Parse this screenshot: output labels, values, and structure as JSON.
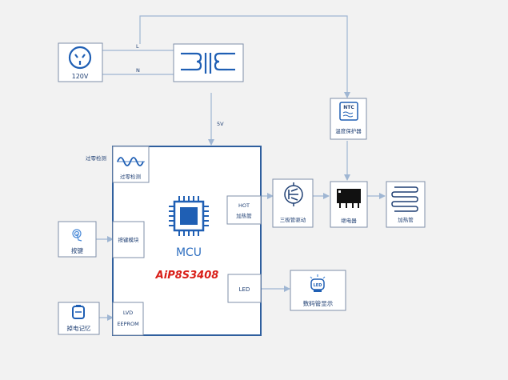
{
  "colors": {
    "line": "#9fb6d3",
    "box_border": "#7f8fa8",
    "mcu_border": "#2f5f9e",
    "icon_blue": "#1f5fb4",
    "text_blue": "#1f3f73",
    "mcu_label": "#2f6fc0",
    "part_red": "#d91e18",
    "background": "#f2f2f2",
    "box_fill": "#ffffff"
  },
  "labels": {
    "outlet": "120V",
    "wire_l": "L",
    "wire_n": "N",
    "power_5v": "5V",
    "zero_cross_outer": "过零检测",
    "zero_cross_inner": "过零检测",
    "button": "按键",
    "button_module": "按键模块",
    "power_memory": "掉电记忆",
    "lvd_line1": "LVD",
    "lvd_line2": "EEPROM",
    "mcu": "MCU",
    "part_number": "AiP8S3408",
    "hot_line1": "HOT",
    "hot_line2": "加热管",
    "led_port": "LED",
    "triode_drive": "三极管驱动",
    "ntc_badge": "NTC",
    "temp_protect": "温度保护器",
    "relay": "继电器",
    "heater": "加热管",
    "display": "数码管显示",
    "led_badge": "LED"
  }
}
